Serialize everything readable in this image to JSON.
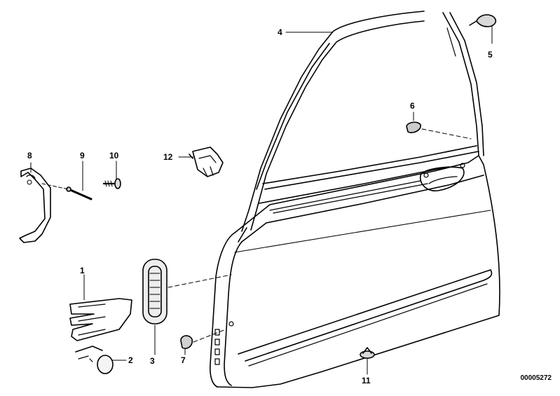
{
  "diagram": {
    "reference_number": "00005272",
    "callouts": [
      {
        "id": "1",
        "label": "1"
      },
      {
        "id": "2",
        "label": "2"
      },
      {
        "id": "3",
        "label": "3"
      },
      {
        "id": "4",
        "label": "4"
      },
      {
        "id": "5",
        "label": "5"
      },
      {
        "id": "6",
        "label": "6"
      },
      {
        "id": "7",
        "label": "7"
      },
      {
        "id": "8",
        "label": "8"
      },
      {
        "id": "9",
        "label": "9"
      },
      {
        "id": "10",
        "label": "10"
      },
      {
        "id": "11",
        "label": "11"
      },
      {
        "id": "12",
        "label": "12"
      }
    ],
    "line_color": "#000000",
    "background": "#ffffff"
  }
}
